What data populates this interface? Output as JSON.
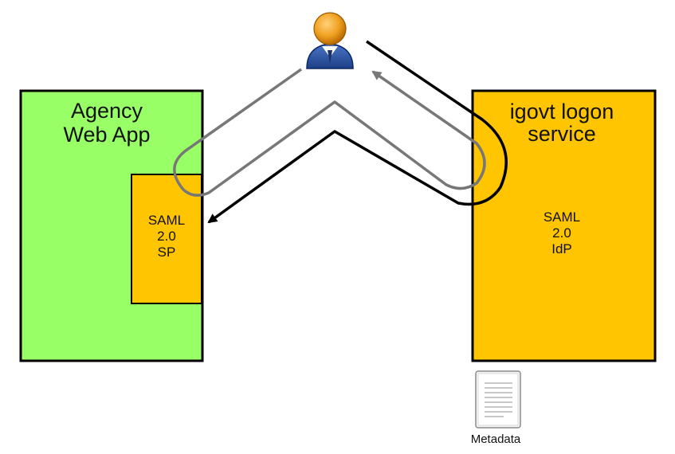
{
  "agency": {
    "title_line1": "Agency",
    "title_line2": "Web App",
    "box_color": "#99ff66"
  },
  "sp": {
    "line1": "SAML",
    "line2": "2.0",
    "line3": "SP",
    "box_color": "#ffc500"
  },
  "idp_service": {
    "title_line1": "igovt logon",
    "title_line2": "service",
    "box_color": "#ffc500"
  },
  "idp": {
    "line1": "SAML",
    "line2": "2.0",
    "line3": "IdP"
  },
  "metadata": {
    "label": "Metadata",
    "icon": "document-icon"
  },
  "user": {
    "icon": "user-icon"
  },
  "flows": {
    "outbound_color": "#777777",
    "return_color": "#000000"
  }
}
